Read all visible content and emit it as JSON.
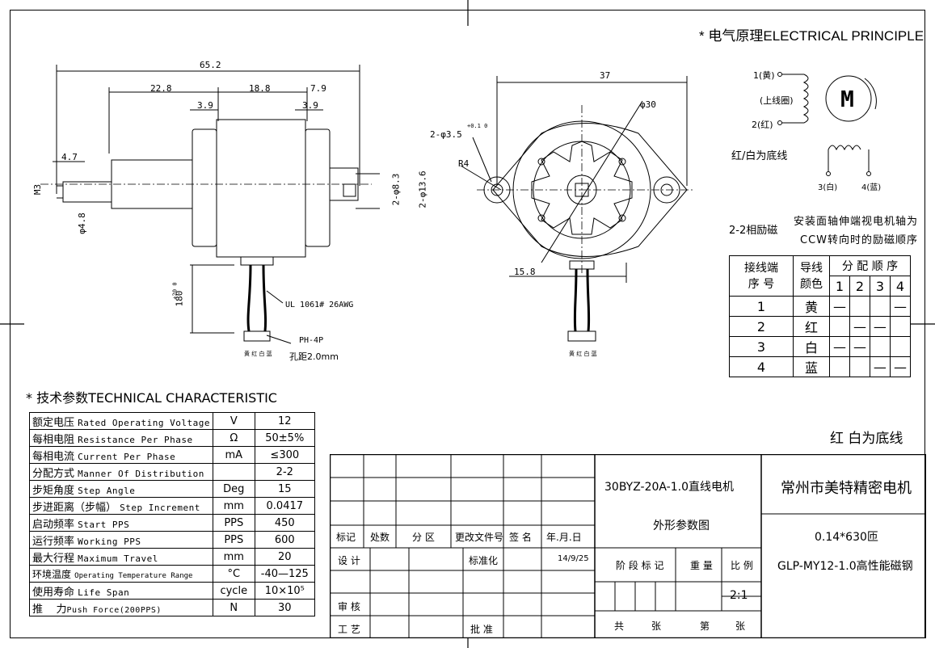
{
  "electrical": {
    "title": "电气原理ELECTRICAL PRINCIPLE",
    "star": "*",
    "lead1": "1(黄)",
    "coil_note": "(上线圈)",
    "lead2": "2(红)",
    "motor": "M",
    "common": "红/白为底线",
    "lead3": "3(白)",
    "lead4": "4(蓝)"
  },
  "excitation": {
    "label": "2-2相励磁",
    "note_line1": "安装面轴伸端视电机轴为",
    "note_line2": "CCW转向时的励磁顺序"
  },
  "phase_table": {
    "h_terminal_1": "接线端",
    "h_terminal_2": "序 号",
    "h_wire_1": "导线",
    "h_wire_2": "颜色",
    "h_seq": "分 配 顺 序",
    "steps": [
      "1",
      "2",
      "3",
      "4"
    ],
    "rows": [
      {
        "no": "1",
        "color": "黄",
        "marks": [
          "—",
          "",
          "",
          "—"
        ]
      },
      {
        "no": "2",
        "color": "红",
        "marks": [
          "",
          "—",
          "—",
          ""
        ]
      },
      {
        "no": "3",
        "color": "白",
        "marks": [
          "—",
          "—",
          "",
          ""
        ]
      },
      {
        "no": "4",
        "color": "蓝",
        "marks": [
          "",
          "",
          "—",
          "—"
        ]
      }
    ]
  },
  "common_note": "红 白为底线",
  "side_dims": {
    "overall": "65.2",
    "d1": "22.8",
    "d2": "18.8",
    "d3": "7.9",
    "d4": "3.9",
    "d5": "3.9",
    "shaft": "4.7",
    "m3": "M3",
    "dia48": "φ4.8",
    "dia83": "2-φ8.3",
    "dia136": "2-φ13.6",
    "lead_len": "180",
    "lead_tol": "+20 0",
    "wire": "UL 1061# 26AWG",
    "connector": "PH-4P",
    "pitch": "孔距2.0mm",
    "pin_colors": "黄 红 白 蓝"
  },
  "front_dims": {
    "width": "37",
    "dia30": "φ30",
    "holes": "2-φ3.5",
    "hole_tol": "+0.1 0",
    "radius": "R4",
    "offset": "15.8",
    "pin_colors": "黄 红 白 蓝"
  },
  "tech": {
    "title": "技术参数TECHNICAL CHARACTERISTIC",
    "star": "*",
    "rows": [
      {
        "cn": "额定电压",
        "en": "Rated Operating Voltage",
        "unit": "V",
        "value": "12"
      },
      {
        "cn": "每相电阻",
        "en": "Resistance Per Phase",
        "unit": "Ω",
        "value": "50±5%"
      },
      {
        "cn": "每相电流",
        "en": "Current Per Phase",
        "unit": "mA",
        "value": "≤300"
      },
      {
        "cn": "分配方式",
        "en": "Manner Of Distribution",
        "unit": "",
        "value": "2-2"
      },
      {
        "cn": "步矩角度",
        "en": "Step Angle",
        "unit": "Deg",
        "value": "15"
      },
      {
        "cn": "步进距离（步幅）",
        "en": "Step Increment",
        "unit": "mm",
        "value": "0.0417"
      },
      {
        "cn": "启动频率",
        "en": "Start PPS",
        "unit": "PPS",
        "value": "450"
      },
      {
        "cn": "运行频率",
        "en": "Working PPS",
        "unit": "PPS",
        "value": "600"
      },
      {
        "cn": "最大行程",
        "en": "Maximum Travel",
        "unit": "mm",
        "value": "20"
      },
      {
        "cn": "环境温度",
        "en": "Operating Temperature Range",
        "unit": "°C",
        "value": "-40—125"
      },
      {
        "cn": "使用寿命",
        "en": "Life Span",
        "unit": "cycle",
        "value": "10×10⁵"
      },
      {
        "cn": "推    力",
        "en": "Push Force(200PPS)",
        "unit": "N",
        "value": "30"
      }
    ]
  },
  "title_block": {
    "product": "30BYZ-20A-1.0直线电机",
    "drawing": "外形参数图",
    "company": "常州市美特精密电机",
    "spec1": "0.14*630匝",
    "spec2": "GLP-MY12-1.0高性能磁钢",
    "h_mark": "标记",
    "h_count": "处数",
    "h_zone": "分 区",
    "h_doc": "更改文件号",
    "h_sign": "签 名",
    "h_date": "年.月.日",
    "design": "设 计",
    "standard": "标准化",
    "date": "14/9/25",
    "stage": "阶 段 标 记",
    "weight": "重 量",
    "scale": "比 例",
    "scale_val": "2:1",
    "review": "审 核",
    "craft": "工 艺",
    "approve": "批 准",
    "total": "共",
    "sheets": "张",
    "page": "第",
    "sheet2": "张"
  }
}
